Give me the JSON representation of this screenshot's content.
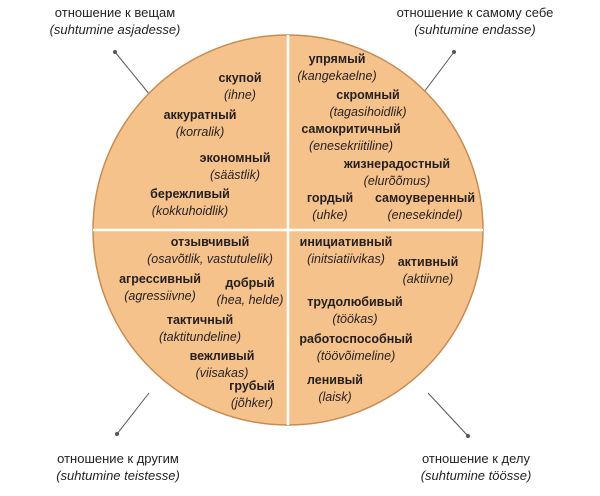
{
  "colors": {
    "circle_fill": "#f6c28c",
    "circle_stroke": "#c98b52",
    "divider": "#ffffff",
    "pointer_line": "#555555"
  },
  "corners": {
    "top_left": {
      "ru": "отношение к вещам",
      "et": "(suhtumine asjadesse)"
    },
    "top_right": {
      "ru": "отношение к самому себе",
      "et": "(suhtumine endasse)"
    },
    "bottom_left": {
      "ru": "отношение к другим",
      "et": "(suhtumine teistesse)"
    },
    "bottom_right": {
      "ru": "отношение к делу",
      "et": "(suhtumine töösse)"
    }
  },
  "quadrants": {
    "things": [
      {
        "ru": "скупой",
        "et": "(ihne)"
      },
      {
        "ru": "аккуратный",
        "et": "(korralik)"
      },
      {
        "ru": "экономный",
        "et": "(säästlik)"
      },
      {
        "ru": "бережливый",
        "et": "(kokkuhoidlik)"
      }
    ],
    "self": [
      {
        "ru": "упрямый",
        "et": "(kangekaelne)"
      },
      {
        "ru": "скромный",
        "et": "(tagasihoidlik)"
      },
      {
        "ru": "самокритичный",
        "et": "(enesekriitiline)"
      },
      {
        "ru": "жизнерадостный",
        "et": "(elurõõmus)"
      },
      {
        "ru": "гордый",
        "et": "(uhke)"
      },
      {
        "ru": "самоуверенный",
        "et": "(enesekindel)"
      }
    ],
    "others": [
      {
        "ru": "отзывчивый",
        "et": "(osavõtlik, vastutulelik)"
      },
      {
        "ru": "агрессивный",
        "et": "(agressiivne)"
      },
      {
        "ru": "добрый",
        "et": "(hea, helde)"
      },
      {
        "ru": "тактичный",
        "et": "(taktitundeline)"
      },
      {
        "ru": "вежливый",
        "et": "(viisakas)"
      },
      {
        "ru": "грубый",
        "et": "(jõhker)"
      }
    ],
    "work": [
      {
        "ru": "инициативный",
        "et": "(initsiatiivikas)"
      },
      {
        "ru": "активный",
        "et": "(aktiivne)"
      },
      {
        "ru": "трудолюбивый",
        "et": "(töökas)"
      },
      {
        "ru": "работоспособный",
        "et": "(töövõimeline)"
      },
      {
        "ru": "ленивый",
        "et": "(laisk)"
      }
    ]
  }
}
